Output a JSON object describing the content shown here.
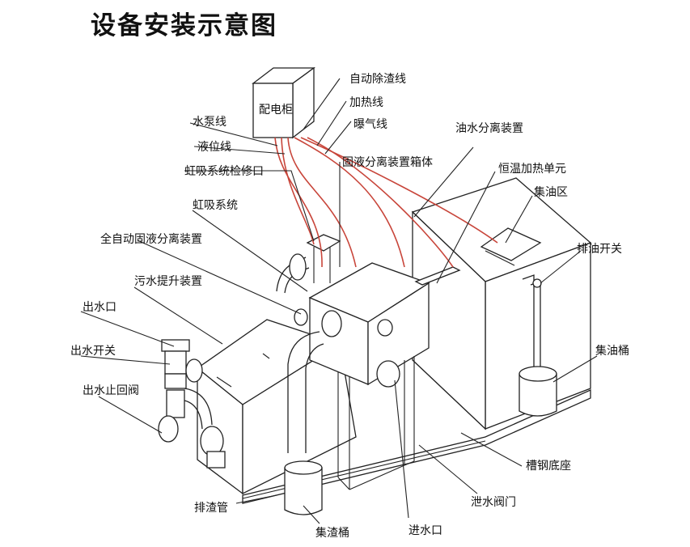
{
  "title": "设备安装示意图",
  "cabinet_label": "配电柜",
  "labels": {
    "auto_slag_line": "自动除渣线",
    "heating_line": "加热线",
    "aeration_line": "曝气线",
    "pump_line": "水泵线",
    "level_line": "液位线",
    "siphon_port": "虹吸系统检修口",
    "siphon_system": "虹吸系统",
    "sl_box": "固液分离装置箱体",
    "ow_separator": "油水分离装置",
    "heater_unit": "恒温加热单元",
    "oil_zone": "集油区",
    "auto_sl_device": "全自动固液分离装置",
    "lift_device": "污水提升装置",
    "oil_switch": "排油开关",
    "outlet": "出水口",
    "outlet_switch": "出水开关",
    "oil_bucket": "集油桶",
    "check_valve": "出水止回阀",
    "channel_base": "槽钢底座",
    "drain_valve": "泄水阀门",
    "slag_pipe": "排渣管",
    "slag_bucket": "集渣桶",
    "inlet": "进水口"
  },
  "colors": {
    "wire": "#c8453a",
    "line": "#222222"
  }
}
